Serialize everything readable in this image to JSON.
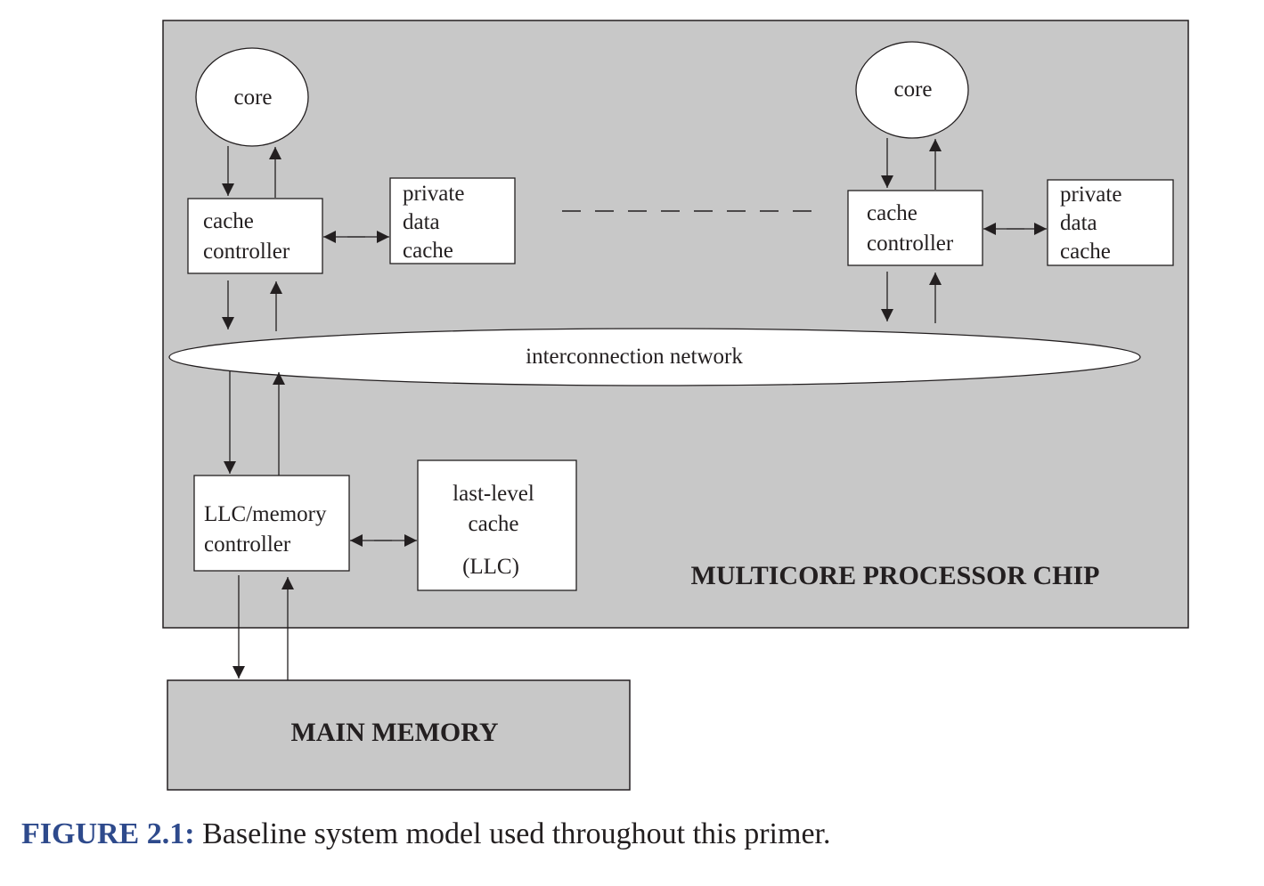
{
  "colors": {
    "chip_fill": "#c8c8c8",
    "memory_fill": "#c8c8c8",
    "node_fill": "#ffffff",
    "stroke": "#231f20",
    "caption_accent": "#2e4a8c"
  },
  "chip": {
    "label": "MULTICORE PROCESSOR CHIP"
  },
  "left_tile": {
    "core": "core",
    "cache_controller": [
      "cache",
      "controller"
    ],
    "private_cache": [
      "private",
      "data",
      "cache"
    ]
  },
  "right_tile": {
    "core": "core",
    "cache_controller": [
      "cache",
      "controller"
    ],
    "private_cache": [
      "private",
      "data",
      "cache"
    ]
  },
  "interconnect": {
    "label": "interconnection network"
  },
  "llc_controller": [
    "LLC/memory",
    "controller"
  ],
  "llc": [
    "last-level",
    "cache",
    "(LLC)"
  ],
  "main_memory": {
    "label": "MAIN MEMORY"
  },
  "caption": {
    "number": "FIGURE 2.1:",
    "text": " Baseline system model used throughout this primer."
  }
}
